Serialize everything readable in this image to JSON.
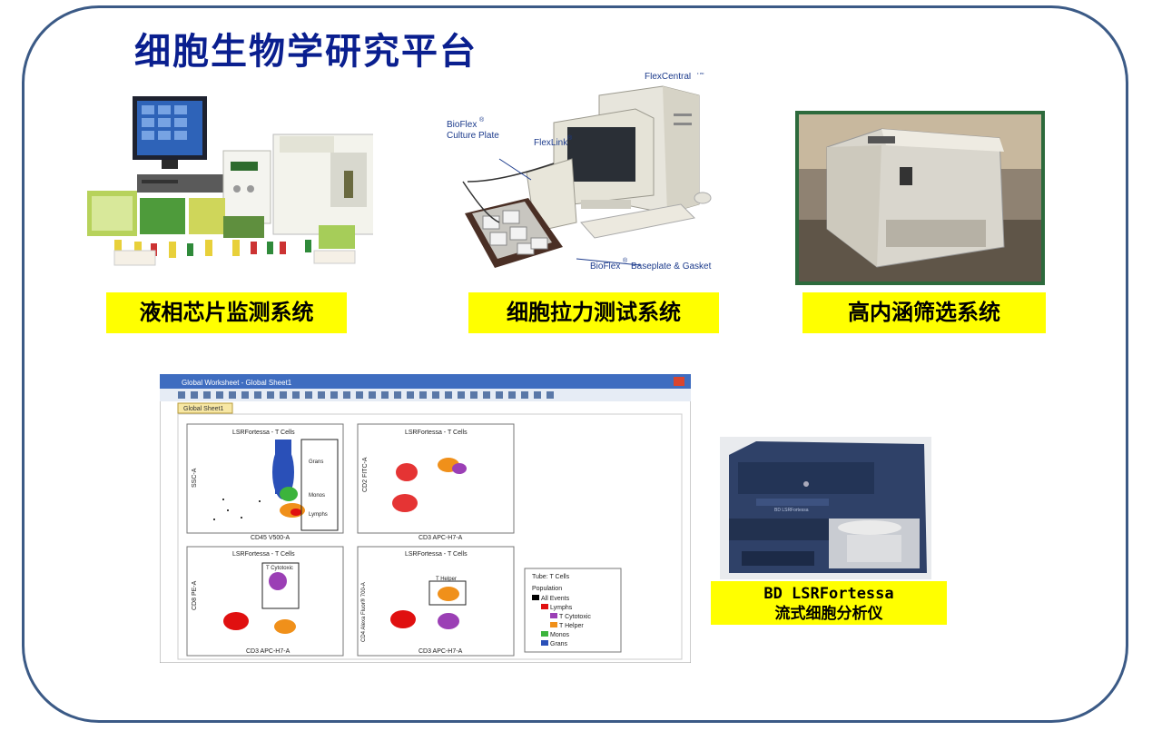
{
  "slide": {
    "title": "细胞生物学研究平台"
  },
  "systems": [
    {
      "label": "液相芯片监测系统",
      "image_icon": "liquid-chip-system-icon"
    },
    {
      "label": "细胞拉力测试系统",
      "image_icon": "cell-tension-system-icon"
    },
    {
      "label": "高内涵筛选系统",
      "image_icon": "high-content-screening-icon"
    }
  ],
  "flexcell": {
    "flexcentral": "FlexCentral",
    "flexcentral_tm": "TM",
    "bioflex_plate": "BioFlex",
    "culture_plate": "Culture Plate",
    "flexlink": "FlexLink",
    "baseplate": "BioFlex",
    "baseplate_rest": "Baseplate & Gasket",
    "reg": "®"
  },
  "flow": {
    "window_title": "Global Worksheet - Global Sheet1",
    "tab": "Global Sheet1",
    "plots": [
      {
        "title": "LSRFortessa - T Cells",
        "xlabel": "CD45 V500-A",
        "ylabel": "SSC-A",
        "gates": [
          "Grans",
          "Monos",
          "Lymphs"
        ]
      },
      {
        "title": "LSRFortessa - T Cells",
        "xlabel": "CD3 APC-H7-A",
        "ylabel": "CD2 FITC-A",
        "gates": []
      },
      {
        "title": "LSRFortessa - T Cells",
        "xlabel": "CD3 APC-H7-A",
        "ylabel": "CD8 PE-A",
        "gates": [
          "T Cytotoxic"
        ]
      },
      {
        "title": "LSRFortessa - T Cells",
        "xlabel": "CD3 APC-H7-A",
        "ylabel": "CD4 Alexa Fluor® 700-A",
        "gates": [
          "T Helper"
        ]
      }
    ],
    "legend": {
      "tube": "Tube: T Cells",
      "population": "Population",
      "items": [
        {
          "name": "All Events",
          "color": "#000000"
        },
        {
          "name": "Lymphs",
          "color": "#e01010"
        },
        {
          "name": "T Cytotoxic",
          "color": "#9b3fb5"
        },
        {
          "name": "T Helper",
          "color": "#f0901a"
        },
        {
          "name": "Monos",
          "color": "#3cb43c"
        },
        {
          "name": "Grans",
          "color": "#2a50b8"
        }
      ]
    }
  },
  "instrument": {
    "line1": "BD LSRFortessa",
    "line2": "流式细胞分析仪",
    "brand_text": "BD LSRFortessa"
  },
  "colors": {
    "title": "#0a1f8f",
    "frame": "#3b5a86",
    "label_bg": "#ffff00"
  }
}
